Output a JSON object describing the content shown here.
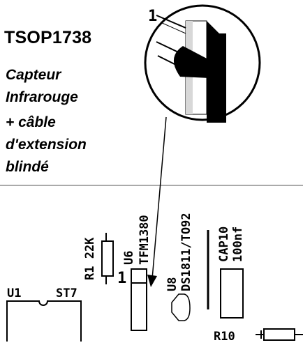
{
  "header": {
    "title": "TSOP1738",
    "description_lines": [
      "Capteur",
      "Infrarouge",
      "+ câble",
      "d'extension",
      "blindé"
    ]
  },
  "zoom": {
    "pin1_label": "1"
  },
  "pcb": {
    "r1_label": "R1 22K",
    "u6_label": "U6",
    "u6_part": "TFM1380",
    "u6_pin1": "1",
    "u8_label": "U8",
    "u8_part": "DS1811/TO92",
    "cap10_label": "CAP10",
    "cap10_value": "100nf",
    "u1_label": "U1",
    "u1_part": "ST7",
    "r10_label": "R10"
  }
}
